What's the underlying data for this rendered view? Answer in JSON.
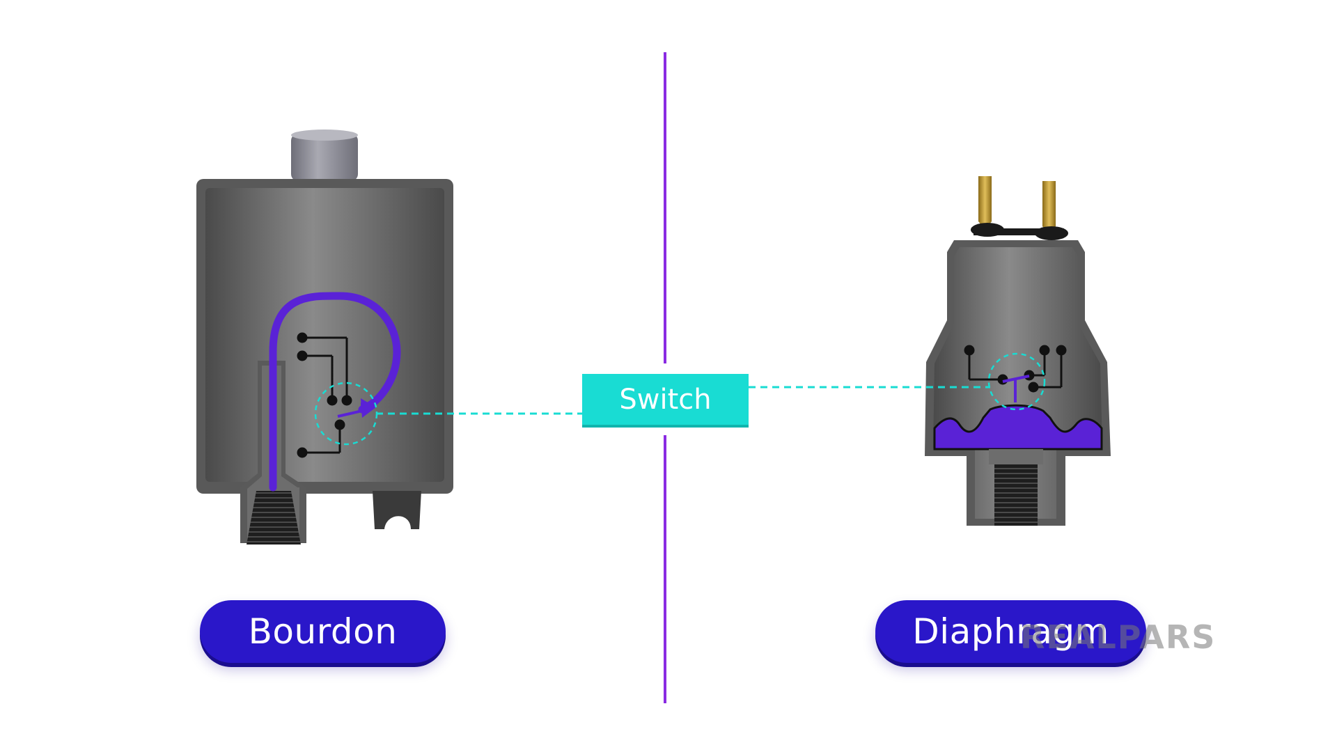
{
  "labels": {
    "bourdon": "Bourdon",
    "diaphragm": "Diaphragm",
    "switch": "Switch"
  },
  "watermark": "REALPARS",
  "colors": {
    "body_gray": "#6f6f6f",
    "bourdon_tube": "#5a22d6",
    "divider": "#8a2be2",
    "switch_accent": "#19dcd3",
    "pill": "#2a17c9",
    "contact_black": "#111111"
  }
}
